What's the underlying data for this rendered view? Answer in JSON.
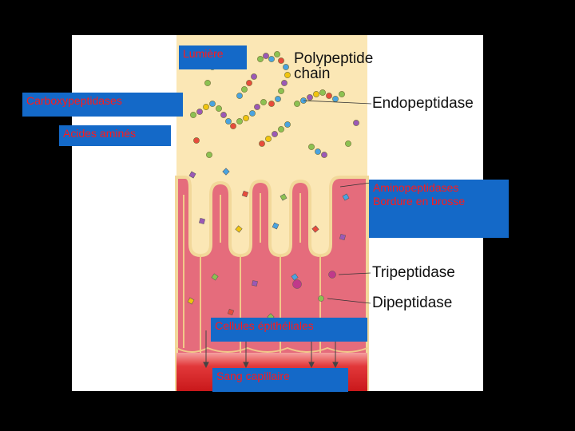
{
  "labels": {
    "lumiere": "Lumière",
    "polypeptide": "Polypeptide chain",
    "carboxy": "Carboxypeptidases",
    "endopeptidase": "Endopeptidase",
    "acides": "Acides aminés",
    "aminopeptidases": "Aminopeptidases",
    "bordure": "Bordure en brosse",
    "tripeptidase": "Tripeptidase",
    "dipeptidase": "Dipeptidase",
    "cellules": "Cellules épithéliales",
    "sang": "Sang capillaire"
  },
  "colors": {
    "lumen": "#fbe7b5",
    "tissue": "#e56c7c",
    "villus_edge": "#f2d89a",
    "blood": "#d9191c",
    "label_box": "#1469c8",
    "label_text": "#ff1a1a"
  }
}
